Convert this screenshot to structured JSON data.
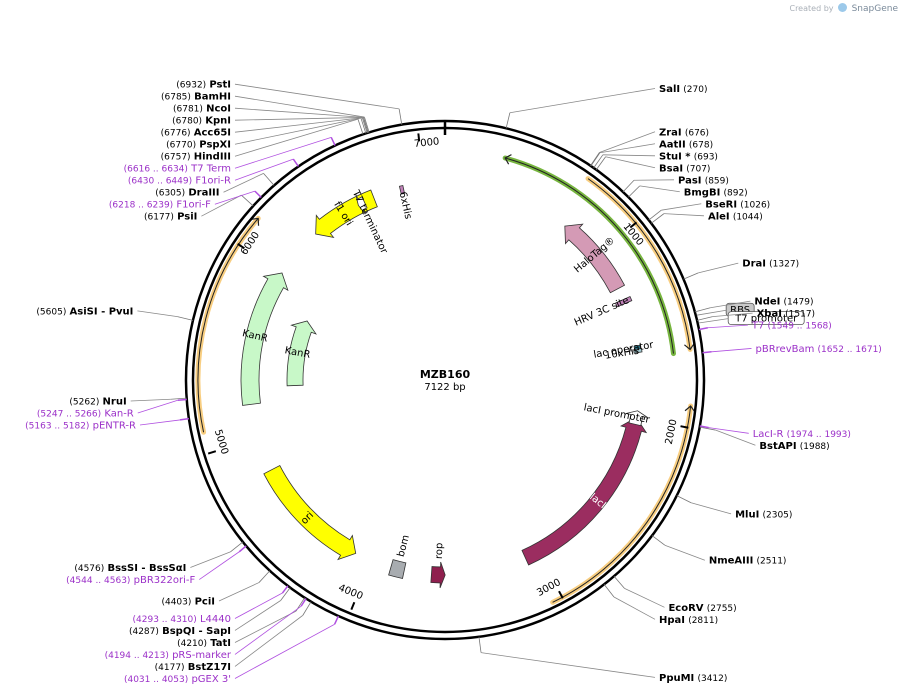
{
  "credit": {
    "prefix": "Created by",
    "brand": "SnapGene"
  },
  "plasmid": {
    "name": "MZB160",
    "length": 7122,
    "length_label": "7122 bp"
  },
  "ruler": [
    {
      "pos": 1000,
      "label": "1000"
    },
    {
      "pos": 2000,
      "label": "2000"
    },
    {
      "pos": 3000,
      "label": "3000"
    },
    {
      "pos": 4000,
      "label": "4000"
    },
    {
      "pos": 5000,
      "label": "5000"
    },
    {
      "pos": 6000,
      "label": "6000"
    },
    {
      "pos": 7000,
      "label": "7000"
    }
  ],
  "enzymes": [
    {
      "name": "PstI",
      "pos_label": "(6932)",
      "pos": 6932,
      "side": "left"
    },
    {
      "name": "BamHI",
      "pos_label": "(6785)",
      "pos": 6785,
      "side": "left"
    },
    {
      "name": "NcoI",
      "pos_label": "(6781)",
      "pos": 6781,
      "side": "left"
    },
    {
      "name": "KpnI",
      "pos_label": "(6780)",
      "pos": 6780,
      "side": "left"
    },
    {
      "name": "Acc65I",
      "pos_label": "(6776)",
      "pos": 6776,
      "side": "left"
    },
    {
      "name": "PspXI",
      "pos_label": "(6770)",
      "pos": 6770,
      "side": "left"
    },
    {
      "name": "HindIII",
      "pos_label": "(6757)",
      "pos": 6757,
      "side": "left"
    },
    {
      "name": "DraIII",
      "pos_label": "(6305)",
      "pos": 6305,
      "side": "left"
    },
    {
      "name": "PsiI",
      "pos_label": "(6177)",
      "pos": 6177,
      "side": "left"
    },
    {
      "name": "AsiSI - PvuI",
      "pos_label": "(5605)",
      "pos": 5605,
      "side": "left"
    },
    {
      "name": "NruI",
      "pos_label": "(5262)",
      "pos": 5262,
      "side": "left"
    },
    {
      "name": "BssSI - BssSαI",
      "pos_label": "(4576)",
      "pos": 4576,
      "side": "left"
    },
    {
      "name": "PciI",
      "pos_label": "(4403)",
      "pos": 4403,
      "side": "left"
    },
    {
      "name": "BspQI - SapI",
      "pos_label": "(4287)",
      "pos": 4287,
      "side": "left"
    },
    {
      "name": "TatI",
      "pos_label": "(4210)",
      "pos": 4210,
      "side": "left"
    },
    {
      "name": "BstZ17I",
      "pos_label": "(4177)",
      "pos": 4177,
      "side": "left"
    },
    {
      "name": "SalI",
      "pos_label": "(270)",
      "pos": 270,
      "side": "right"
    },
    {
      "name": "ZraI",
      "pos_label": "(676)",
      "pos": 676,
      "side": "right"
    },
    {
      "name": "AatII",
      "pos_label": "(678)",
      "pos": 678,
      "side": "right"
    },
    {
      "name": "StuI *",
      "pos_label": "(693)",
      "pos": 693,
      "side": "right"
    },
    {
      "name": "BsaI",
      "pos_label": "(707)",
      "pos": 707,
      "side": "right"
    },
    {
      "name": "PasI",
      "pos_label": "(859)",
      "pos": 859,
      "side": "right"
    },
    {
      "name": "BmgBI",
      "pos_label": "(892)",
      "pos": 892,
      "side": "right"
    },
    {
      "name": "BseRI",
      "pos_label": "(1026)",
      "pos": 1026,
      "side": "right"
    },
    {
      "name": "AleI",
      "pos_label": "(1044)",
      "pos": 1044,
      "side": "right"
    },
    {
      "name": "DraI",
      "pos_label": "(1327)",
      "pos": 1327,
      "side": "right"
    },
    {
      "name": "NdeI",
      "pos_label": "(1479)",
      "pos": 1479,
      "side": "right"
    },
    {
      "name": "XbaI",
      "pos_label": "(1517)",
      "pos": 1517,
      "side": "right"
    },
    {
      "name": "BstAPI",
      "pos_label": "(1988)",
      "pos": 1988,
      "side": "right"
    },
    {
      "name": "MluI",
      "pos_label": "(2305)",
      "pos": 2305,
      "side": "right"
    },
    {
      "name": "NmeAIII",
      "pos_label": "(2511)",
      "pos": 2511,
      "side": "right"
    },
    {
      "name": "EcoRV",
      "pos_label": "(2755)",
      "pos": 2755,
      "side": "right"
    },
    {
      "name": "HpaI",
      "pos_label": "(2811)",
      "pos": 2811,
      "side": "right"
    },
    {
      "name": "PpuMI",
      "pos_label": "(3412)",
      "pos": 3412,
      "side": "right"
    }
  ],
  "primers": [
    {
      "name": "T7 Term",
      "range": "(6616 .. 6634)",
      "pos": 6625
    },
    {
      "name": "F1ori-R",
      "range": "(6430 .. 6449)",
      "pos": 6440
    },
    {
      "name": "F1ori-F",
      "range": "(6218 .. 6239)",
      "pos": 6228
    },
    {
      "name": "Kan-R",
      "range": "(5247 .. 5266)",
      "pos": 5256
    },
    {
      "name": "pENTR-R",
      "range": "(5163 .. 5182)",
      "pos": 5172
    },
    {
      "name": "pBR322ori-F",
      "range": "(4544 .. 4563)",
      "pos": 4553
    },
    {
      "name": "L4440",
      "range": "(4293 .. 4310)",
      "pos": 4300
    },
    {
      "name": "pRS-marker",
      "range": "(4194 .. 4213)",
      "pos": 4203
    },
    {
      "name": "pGEX 3'",
      "range": "(4031 .. 4053)",
      "pos": 4042
    },
    {
      "name": "T7",
      "range": "(1549 .. 1568)",
      "pos": 1558
    },
    {
      "name": "pBRrevBam",
      "range": "(1652 .. 1671)",
      "pos": 1661
    },
    {
      "name": "LacI-R",
      "range": "(1974 .. 1993)",
      "pos": 1983
    }
  ],
  "boxed_features": [
    {
      "name": "RBS",
      "pos": 1495,
      "fill": "#c8c8c8"
    },
    {
      "name": "T7 promoter",
      "pos": 1530,
      "fill": "#ffffff"
    }
  ],
  "features": [
    {
      "name": "HaloTag®",
      "start": 750,
      "end": 1230,
      "dir": -1,
      "color": "#d49ab5",
      "ring": 195,
      "width": 16,
      "label_inside": true
    },
    {
      "name": "HRV 3C site",
      "start": 1300,
      "end": 1325,
      "dir": 0,
      "color": "#c081b8",
      "ring": 195,
      "width": 16
    },
    {
      "name": "lacI",
      "start": 2000,
      "end": 3080,
      "dir": -1,
      "color": "#9b2d60",
      "ring": 195,
      "width": 16,
      "label_inside": true
    },
    {
      "name": "lacI promoter",
      "start": 1960,
      "end": 2040,
      "dir": -1,
      "color": "#ffffff",
      "ring": 195,
      "width": 12
    },
    {
      "name": "10xHis",
      "start": 1600,
      "end": 1620,
      "dir": 0,
      "color": "#a8d0d8",
      "ring": 195,
      "width": 8
    },
    {
      "name": "lac operator",
      "start": 1580,
      "end": 1600,
      "dir": 0,
      "color": "#2a7a90",
      "ring": 195,
      "width": 6
    },
    {
      "name": "rop",
      "start": 3560,
      "end": 3640,
      "dir": -1,
      "color": "#8f1f4e",
      "ring": 195,
      "width": 16
    },
    {
      "name": "bom",
      "start": 3800,
      "end": 3880,
      "dir": 0,
      "color": "#a8acb0",
      "ring": 195,
      "width": 16
    },
    {
      "name": "ori",
      "start": 4100,
      "end": 4800,
      "dir": -1,
      "color": "#ffff00",
      "ring": 195,
      "width": 18,
      "label_inside": true
    },
    {
      "name": "KanR",
      "start": 5200,
      "end": 6000,
      "dir": 1,
      "color": "#c8f8c8",
      "ring": 195,
      "width": 18,
      "label_inside": true
    },
    {
      "name": "KanR",
      "start": 5300,
      "end": 5800,
      "dir": 1,
      "color": "#c8f8c8",
      "ring": 150,
      "width": 16,
      "label_inside": true
    },
    {
      "name": "f1 ori",
      "start": 6300,
      "end": 6700,
      "dir": -1,
      "color": "#ffff00",
      "ring": 195,
      "width": 18,
      "label_inside": true
    },
    {
      "name": "T7 terminator",
      "start": 6600,
      "end": 6640,
      "dir": -1,
      "color": "#ffffff",
      "ring": 195,
      "width": 12
    },
    {
      "name": "6xHis",
      "start": 6860,
      "end": 6880,
      "dir": 0,
      "color": "#c081b8",
      "ring": 195,
      "width": 8
    }
  ],
  "orfs": [
    {
      "start": 300,
      "end": 1650,
      "dir": -1,
      "color": "#5fa81d",
      "ring": 230
    },
    {
      "start": 700,
      "end": 1640,
      "dir": 1,
      "color": "#f7c56b",
      "ring": 247
    },
    {
      "start": 1900,
      "end": 3050,
      "dir": -1,
      "color": "#f7c56b",
      "ring": 247
    },
    {
      "start": 5100,
      "end": 6150,
      "dir": 1,
      "color": "#f7c56b",
      "ring": 247
    }
  ]
}
